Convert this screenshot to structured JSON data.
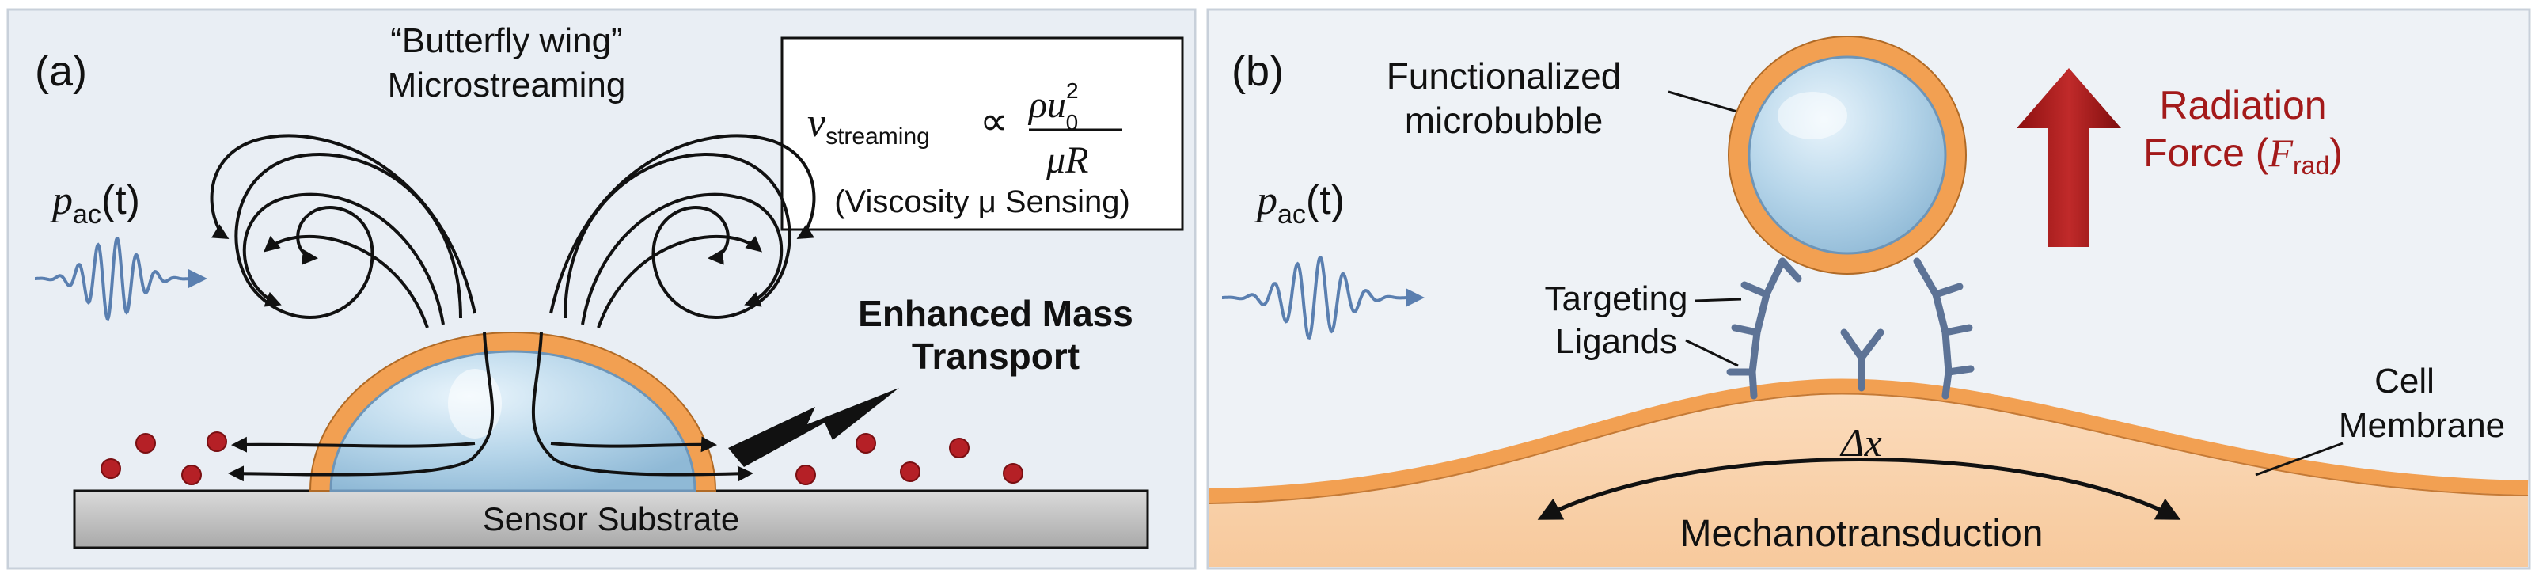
{
  "panel_a": {
    "label": "(a)",
    "title_line1": "“Butterfly wing”",
    "title_line2": "Microstreaming",
    "pressure_p": "p",
    "pressure_sub": "ac",
    "pressure_arg": "(t)",
    "formula": {
      "lhs": "v",
      "lhs_sub": "streaming",
      "proportional": "∝",
      "numerator_rho": "ρu",
      "numerator_sup": "2",
      "numerator_sub": "0",
      "denominator": "μR",
      "note": "(Viscosity μ Sensing)"
    },
    "enhanced_line1": "Enhanced Mass",
    "enhanced_line2": "Transport",
    "substrate_label": "Sensor Substrate"
  },
  "panel_b": {
    "label": "(b)",
    "bubble_line1": "Functionalized",
    "bubble_line2": "microbubble",
    "force_line1": "Radiation",
    "force_line2_prefix": "Force (",
    "force_F": "F",
    "force_sub": "rad",
    "force_suffix": ")",
    "pressure_p": "p",
    "pressure_sub": "ac",
    "pressure_arg": "(t)",
    "ligands_line1": "Targeting",
    "ligands_line2": "Ligands",
    "displacement": "Δx",
    "membrane_line1": "Cell",
    "membrane_line2": "Membrane",
    "mechanotransduction": "Mechanotransduction"
  },
  "colors": {
    "panel_a_bg": "#e9eef4",
    "panel_b_bg": "#eef2f6",
    "bubble_fill": "#b9d8ec",
    "bubble_shell": "#f2a052",
    "arrow_blue": "#5a7fb0",
    "force_red": "#a31a1a",
    "particle_red": "#b52026",
    "ligand_blue": "#5d7396",
    "membrane_fill": "#f9d5b0",
    "substrate_fill": "#c7c7c7"
  }
}
